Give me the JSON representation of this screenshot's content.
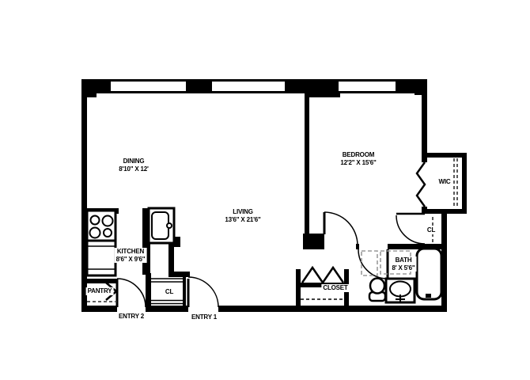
{
  "colors": {
    "wall": "#000000",
    "background": "#ffffff",
    "label_text": "#000000",
    "label_bg": "#ffffff"
  },
  "rooms": {
    "dining": {
      "name": "DINING",
      "dims": "8'10\" X 12'"
    },
    "bedroom": {
      "name": "BEDROOM",
      "dims": "12'2\" X 15'6\""
    },
    "living": {
      "name": "LIVING",
      "dims": "13'6\" X 21'6\""
    },
    "kitchen": {
      "name": "KITCHEN",
      "dims": "8'6\" X 9'6\""
    },
    "bath": {
      "name": "BATH",
      "dims": "8' X 5'6\""
    },
    "wic": {
      "name": "WIC"
    },
    "bedroom_closet": {
      "name": "CL"
    },
    "entry_closet": {
      "name": "CL"
    },
    "living_closet": {
      "name": "CLOSET"
    },
    "pantry": {
      "name": "PANTRY"
    },
    "entry_2": {
      "name": "ENTRY 2"
    },
    "entry_1": {
      "name": "ENTRY 1"
    }
  }
}
